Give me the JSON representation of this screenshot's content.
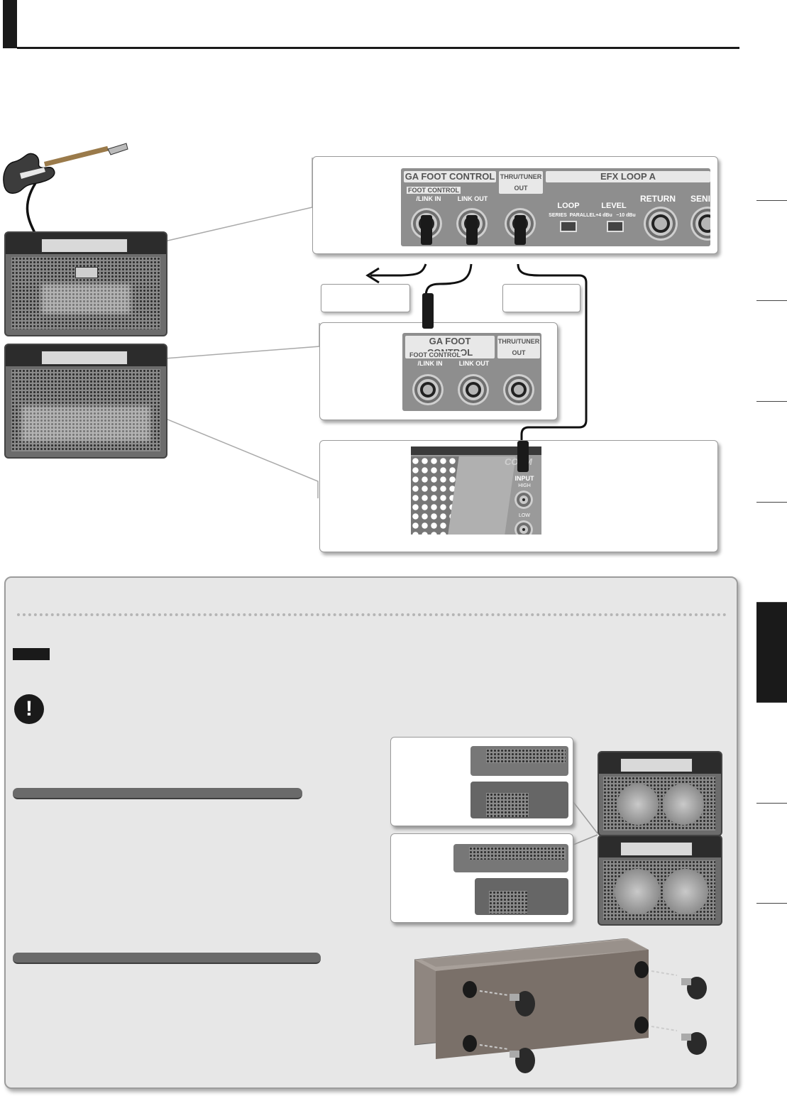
{
  "top_panel": {
    "ga_foot_control_label": "GA FOOT CONTROL",
    "foot_control_label": "FOOT CONTROL",
    "link_in_label": "/LINK IN",
    "link_out_label": "LINK OUT",
    "thru_tuner_out_label": "THRU/TUNER OUT",
    "efx_loop_label": "EFX LOOP A",
    "loop_label": "LOOP",
    "series_label": "SERIES",
    "parallel_label": "PARALLEL",
    "level_label": "LEVEL",
    "plus4_label": "+4 dBu",
    "minus10_label": "−10 dBu",
    "return_label": "RETURN",
    "send_label": "SENI"
  },
  "middle_panel": {
    "ga_foot_control_label": "GA FOOT CONTROL",
    "foot_control_label": "FOOT CONTROL",
    "link_in_label": "/LINK IN",
    "link_out_label": "LINK OUT",
    "thru_tuner_out_label": "THRU/TUNER OUT"
  },
  "bottom_panel": {
    "brand_label": "COSM",
    "input_label": "INPUT",
    "high_label": "HIGH",
    "low_label": "LOW"
  },
  "colors": {
    "header_black": "#1a1a1a",
    "info_box_bg": "#e7e7e7",
    "jack_panel_gray": "#8e8e8e"
  },
  "side_tabs": {
    "active_index": 4
  }
}
